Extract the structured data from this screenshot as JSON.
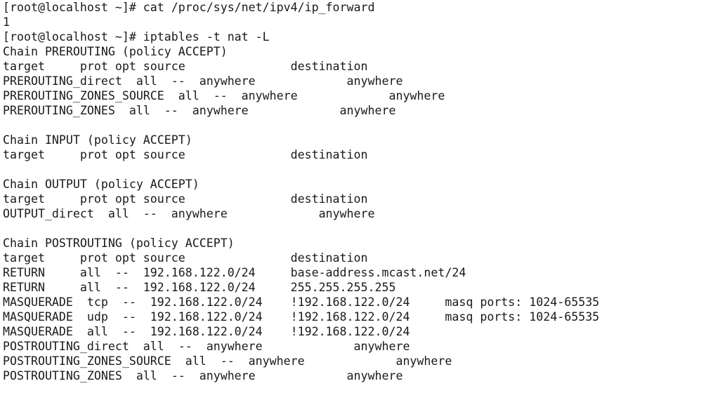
{
  "terminal": {
    "lines": [
      "[root@localhost ~]# cat /proc/sys/net/ipv4/ip_forward",
      "1",
      "[root@localhost ~]# iptables -t nat -L",
      "Chain PREROUTING (policy ACCEPT)",
      "target     prot opt source               destination",
      "PREROUTING_direct  all  --  anywhere             anywhere",
      "PREROUTING_ZONES_SOURCE  all  --  anywhere             anywhere",
      "PREROUTING_ZONES  all  --  anywhere             anywhere",
      "",
      "Chain INPUT (policy ACCEPT)",
      "target     prot opt source               destination",
      "",
      "Chain OUTPUT (policy ACCEPT)",
      "target     prot opt source               destination",
      "OUTPUT_direct  all  --  anywhere             anywhere",
      "",
      "Chain POSTROUTING (policy ACCEPT)",
      "target     prot opt source               destination",
      "RETURN     all  --  192.168.122.0/24     base-address.mcast.net/24",
      "RETURN     all  --  192.168.122.0/24     255.255.255.255",
      "MASQUERADE  tcp  --  192.168.122.0/24    !192.168.122.0/24     masq ports: 1024-65535",
      "MASQUERADE  udp  --  192.168.122.0/24    !192.168.122.0/24     masq ports: 1024-65535",
      "MASQUERADE  all  --  192.168.122.0/24    !192.168.122.0/24",
      "POSTROUTING_direct  all  --  anywhere             anywhere",
      "POSTROUTING_ZONES_SOURCE  all  --  anywhere             anywhere",
      "POSTROUTING_ZONES  all  --  anywhere             anywhere"
    ]
  }
}
